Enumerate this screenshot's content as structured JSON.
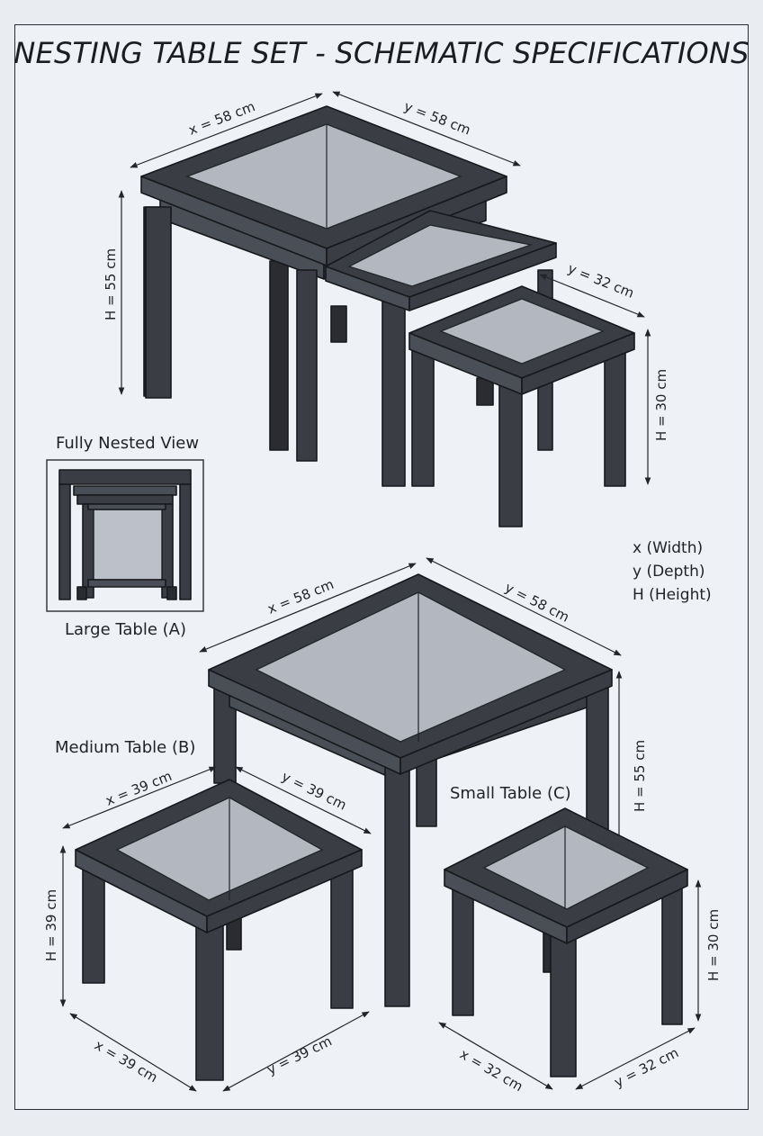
{
  "title": "NESTING TABLE SET - SCHEMATIC SPECIFICATIONS",
  "views": {
    "nested_view_label": "Fully Nested View",
    "large_label": "Large Table (A)",
    "medium_label": "Medium Table (B)",
    "small_label": "Small Table (C)"
  },
  "legend": {
    "x": "x (Width)",
    "y": "y (Depth)",
    "h": "H (Height)"
  },
  "dimensions": {
    "top_set": {
      "large_x": "x = 58 cm",
      "large_y": "y = 58 cm",
      "large_h": "H = 55 cm",
      "small_y": "y = 32 cm",
      "small_h": "H = 30 cm"
    },
    "large": {
      "x": "x = 58 cm",
      "y": "y = 58 cm",
      "h": "H = 55 cm"
    },
    "medium": {
      "x_top": "x = 39 cm",
      "y_top": "y = 39 cm",
      "h": "H = 39 cm",
      "x_bottom": "x = 39 cm",
      "y_bottom": "y = 39 cm"
    },
    "small": {
      "h": "H = 30 cm",
      "x_bottom": "x = 32 cm",
      "y_bottom": "y = 32 cm"
    }
  }
}
